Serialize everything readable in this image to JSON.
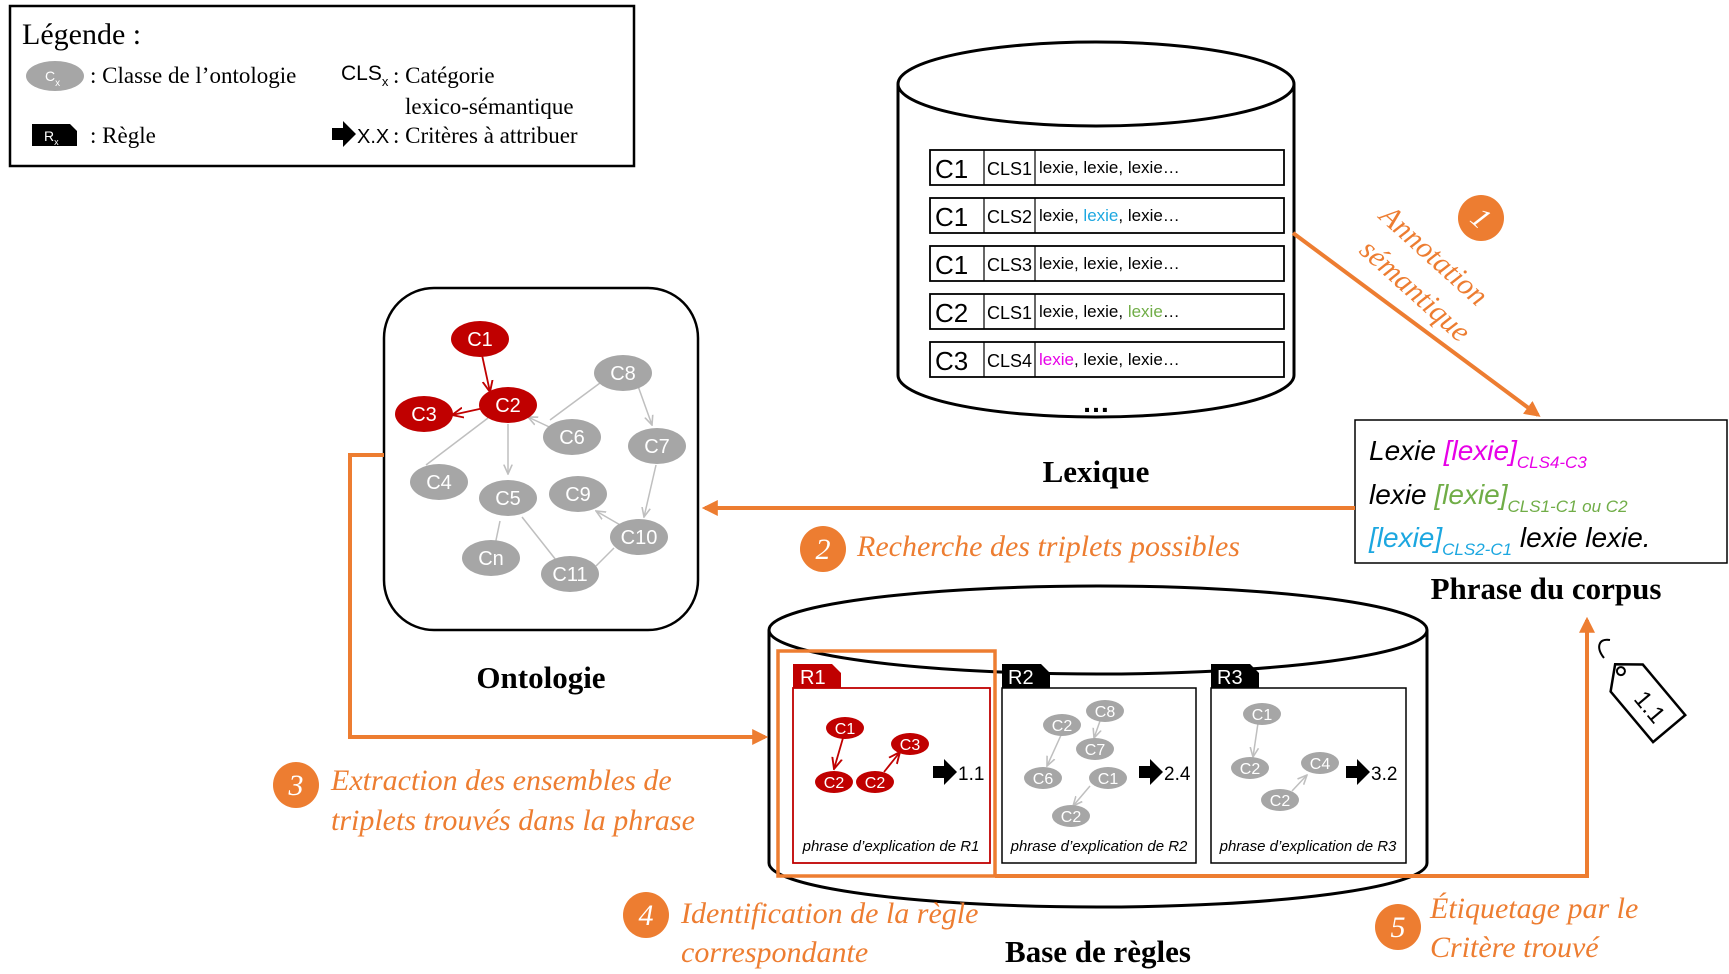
{
  "legend": {
    "title": "Légende :",
    "class_symbol": "C",
    "class_symbol_sub": "x",
    "class_label": ": Classe de l’ontologie",
    "cls_symbol": "CLS",
    "cls_symbol_sub": "x",
    "cls_label_1": ": Catégorie",
    "cls_label_2": "lexico-sémantique",
    "rule_symbol": "R",
    "rule_symbol_sub": "x",
    "rule_label": ": Règle",
    "criteria_symbol": "X.X",
    "criteria_label": ": Critères à attribuer"
  },
  "lexique": {
    "title": "Lexique",
    "ellipsis": "…",
    "rows": [
      {
        "cls_class": "C1",
        "cls": "CLS1",
        "lex": [
          {
            "t": "lexie, lexie, lexie…",
            "c": "#000000"
          }
        ]
      },
      {
        "cls_class": "C1",
        "cls": "CLS2",
        "lex": [
          {
            "t": "lexie, ",
            "c": "#000000"
          },
          {
            "t": "lexie",
            "c": "#1CA7E0"
          },
          {
            "t": ", lexie…",
            "c": "#000000"
          }
        ]
      },
      {
        "cls_class": "C1",
        "cls": "CLS3",
        "lex": [
          {
            "t": "lexie, lexie, lexie…",
            "c": "#000000"
          }
        ]
      },
      {
        "cls_class": "C2",
        "cls": "CLS1",
        "lex": [
          {
            "t": "lexie, lexie, ",
            "c": "#000000"
          },
          {
            "t": "lexie",
            "c": "#70AD47"
          },
          {
            "t": "…",
            "c": "#000000"
          }
        ]
      },
      {
        "cls_class": "C3",
        "cls": "CLS4",
        "lex": [
          {
            "t": "lexie",
            "c": "#E700E7"
          },
          {
            "t": ", lexie, lexie…",
            "c": "#000000"
          }
        ]
      }
    ]
  },
  "ontology": {
    "title": "Ontologie",
    "nodes": [
      {
        "label": "C1",
        "active": true
      },
      {
        "label": "C2",
        "active": true
      },
      {
        "label": "C3",
        "active": true
      },
      {
        "label": "C4",
        "active": false
      },
      {
        "label": "C5",
        "active": false
      },
      {
        "label": "C6",
        "active": false
      },
      {
        "label": "C7",
        "active": false
      },
      {
        "label": "C8",
        "active": false
      },
      {
        "label": "C9",
        "active": false
      },
      {
        "label": "C10",
        "active": false
      },
      {
        "label": "C11",
        "active": false
      },
      {
        "label": "Cn",
        "active": false
      }
    ]
  },
  "sentence": {
    "title": "Phrase du corpus",
    "line1": {
      "a": "Lexie ",
      "b": "[lexie]",
      "b_sub": "CLS4-C3"
    },
    "line2": {
      "a": "lexie ",
      "b": "[lexie]",
      "b_sub": "CLS1-C1 ou C2"
    },
    "line3": {
      "b": "[lexie]",
      "b_sub": "CLS2-C1",
      "c": " lexie lexie."
    },
    "colors": {
      "magenta": "#E700E7",
      "green": "#70AD47",
      "blue": "#1CA7E0"
    }
  },
  "rules_base": {
    "title": "Base de règles",
    "rules": [
      {
        "tag": "R1",
        "criteria": "1.1",
        "explanation": "phrase d’explication de R1",
        "nodes": [
          "C1",
          "C3",
          "C2",
          "C2"
        ]
      },
      {
        "tag": "R2",
        "criteria": "2.4",
        "explanation": "phrase d’explication de R2",
        "nodes": [
          "C2",
          "C8",
          "C7",
          "C6",
          "C1",
          "C2"
        ]
      },
      {
        "tag": "R3",
        "criteria": "3.2",
        "explanation": "phrase d’explication de R3",
        "nodes": [
          "C1",
          "C2",
          "C4",
          "C2"
        ]
      }
    ]
  },
  "steps": [
    {
      "num": "1",
      "label_1": "Annotation",
      "label_2": "sémantique"
    },
    {
      "num": "2",
      "label_1": "Recherche des triplets possibles"
    },
    {
      "num": "3",
      "label_1": "Extraction des ensembles de",
      "label_2": "triplets trouvés dans la phrase"
    },
    {
      "num": "4",
      "label_1": "Identification de la règle",
      "label_2": "correspondante"
    },
    {
      "num": "5",
      "label_1": "Étiquetage par le",
      "label_2": "Critère trouvé"
    }
  ],
  "tag_label": "1.1",
  "colors": {
    "accent": "#ED7D31",
    "active_node": "#C00000",
    "inactive_node": "#A6A6A6"
  }
}
